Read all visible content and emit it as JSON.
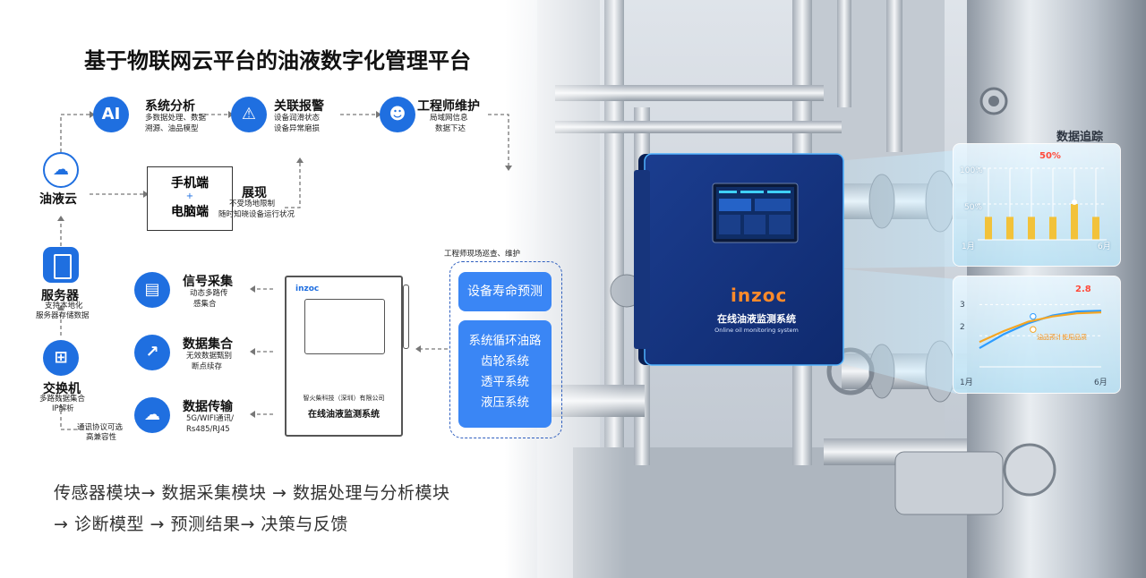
{
  "title": "基于物联网云平台的油液数字化管理平台",
  "nodes": {
    "analysis": {
      "title": "系统分析",
      "desc1": "多数据处理、数据",
      "desc2": "溯源、油品模型",
      "icon": "ai-head-icon"
    },
    "alarm": {
      "title": "关联报警",
      "desc1": "设备润滑状态",
      "desc2": "设备异常磨损",
      "icon": "warning-triangle-icon"
    },
    "engineer": {
      "title": "工程师维护",
      "desc1": "局域网信息",
      "desc2": "数据下达",
      "icon": "engineer-icon"
    },
    "cloud": {
      "title": "油液云",
      "icon": "cloud-icon"
    },
    "terminals": {
      "line1": "手机端",
      "plus": "+",
      "line2": "电脑端"
    },
    "display": {
      "title": "展现",
      "desc1": "不受场地限制",
      "desc2": "随时知晓设备运行状况"
    },
    "server": {
      "title": "服务器",
      "desc1": "支持本地化",
      "desc2": "服务器存储数据",
      "icon": "server-icon"
    },
    "switch": {
      "title": "交换机",
      "desc1": "多路数据集合",
      "desc2": "IP解析",
      "icon": "network-switch-icon"
    },
    "signal": {
      "title": "信号采集",
      "desc1": "动态多路传",
      "desc2": "感集合",
      "icon": "sensor-icon"
    },
    "data_collect": {
      "title": "数据集合",
      "desc1": "无效数据甄别",
      "desc2": "断点续存",
      "icon": "line-chart-icon"
    },
    "data_transfer": {
      "title": "数据传输",
      "desc1": "5G/WIFI通讯/",
      "desc2": "Rs485/RJ45",
      "icon": "cloud-upload-icon"
    },
    "comm": {
      "desc1": "通讯协议可选",
      "desc2": "高兼容性"
    }
  },
  "device_sketch": {
    "brand": "inzoc",
    "company": "智火柴科技（深圳）有限公司",
    "name": "在线油液监测系统"
  },
  "site_label": "工程师现场巡查、维护",
  "predict_box": "设备寿命预测",
  "systems": [
    "系统循环油路",
    "齿轮系统",
    "透平系统",
    "液压系统"
  ],
  "bottom_text": {
    "line1": "传感器模块→ 数据采集模块 → 数据处理与分析模块",
    "line2": "→ 诊断模型 → 预测结果→ 决策与反馈"
  },
  "photo": {
    "device_brand": "inzoc",
    "device_name": "在线油液监测系统",
    "device_name_en": "Online oil monitoring system",
    "panel_title": "数据追踪"
  },
  "colors": {
    "accent": "#1f6fe0",
    "box_blue": "#3a86f5",
    "bar_yellow": "#f2c23a",
    "label_red": "#ff4a3a"
  },
  "chart_data": [
    {
      "type": "bar",
      "title": "",
      "label_value": "50%",
      "yticks": [
        "100%",
        "50%"
      ],
      "xtick_start": "1月",
      "xtick_end": "6月",
      "values": [
        32,
        32,
        32,
        32,
        50,
        32
      ],
      "ylim": [
        0,
        100
      ]
    },
    {
      "type": "line",
      "title": "",
      "label_value": "2.8",
      "yticks": [
        "3",
        "2"
      ],
      "xtick_start": "1月",
      "xtick_end": "6月",
      "legend": "油品预计使用品质",
      "x": [
        1,
        2,
        3,
        4,
        5,
        6
      ],
      "series": [
        {
          "values": [
            1.6,
            2.05,
            2.4,
            2.65,
            2.78,
            2.8
          ]
        },
        {
          "values": [
            1.8,
            2.15,
            2.45,
            2.62,
            2.72,
            2.75
          ]
        }
      ],
      "ylim": [
        1,
        3.3
      ]
    }
  ]
}
